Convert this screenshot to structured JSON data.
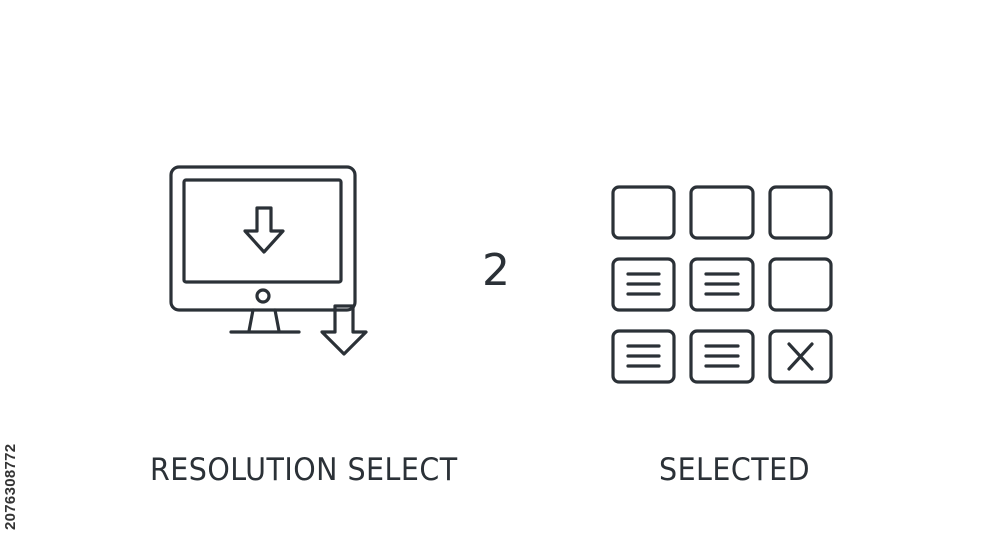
{
  "left_item": {
    "label": "RESOLUTION SELECT",
    "icon": "monitor-download-icon"
  },
  "middle": {
    "number": "2"
  },
  "right_item": {
    "label": "SELECTED",
    "icon": "grid-selected-icon"
  },
  "stock_id": "2076308772",
  "colors": {
    "stroke": "#2b3137",
    "background": "#ffffff"
  }
}
